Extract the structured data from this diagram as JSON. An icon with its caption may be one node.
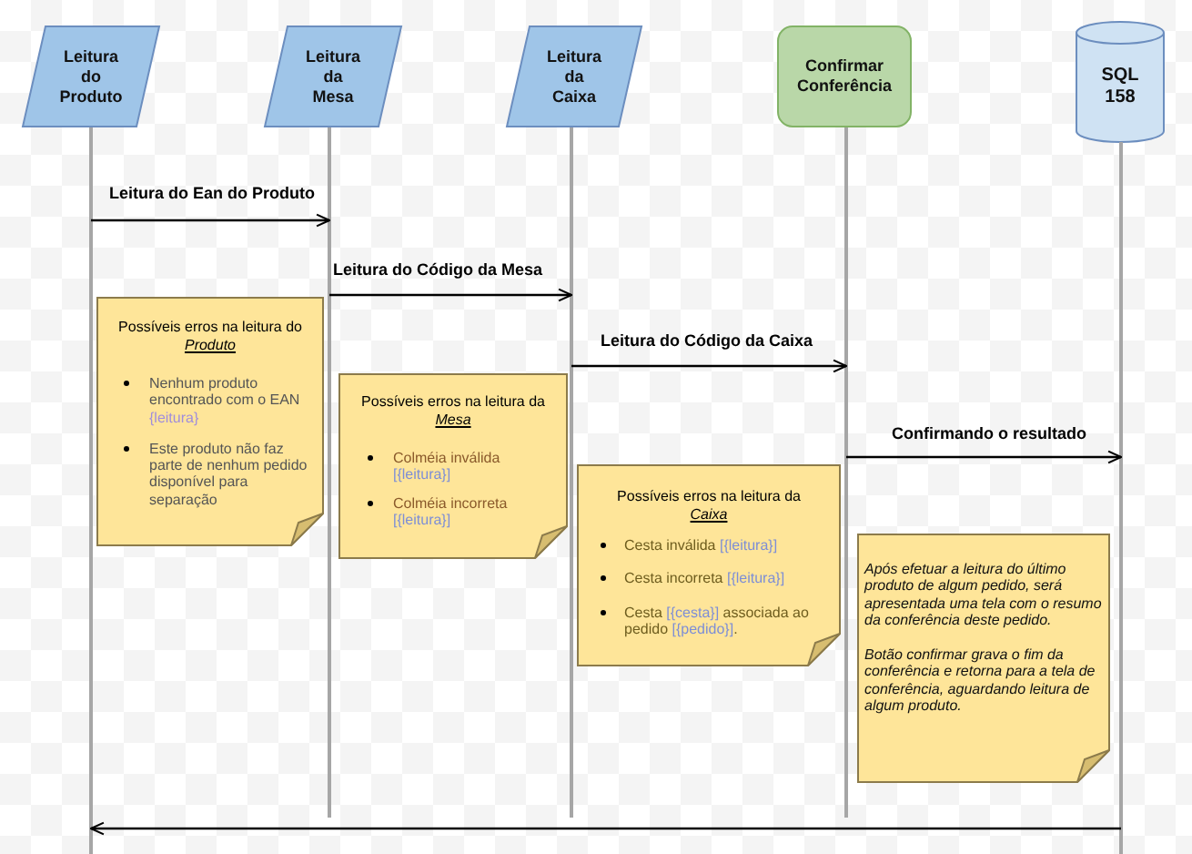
{
  "diagram": {
    "nodes": [
      {
        "text": [
          "Leitura do Produto"
        ]
      },
      {
        "text": [
          "Leitura da Mesa"
        ]
      },
      {
        "text": [
          "Leitura da Caixa"
        ]
      },
      {
        "text": [
          "Confirmar Conferência"
        ]
      },
      {
        "text": [
          "SQL 158"
        ]
      },
      {
        "text": [
          "Possíveis erros na leitura do *Produto*",
          "Nenhum produto encontrado com o EAN {leitura}",
          "Este produto não faz parte de nenhum pedido disponível para separação"
        ]
      },
      {
        "text": [
          "Possíveis erros na leitura da *Mesa*",
          "Colméia inválida [{leitura}]",
          "Colméia incorreta [{leitura}]"
        ]
      },
      {
        "text": [
          "Possíveis erros na leitura da *Caixa*",
          "Cesta inválida [{leitura}]",
          "Cesta incorreta [{leitura}]",
          "Cesta [{cesta}] associada ao pedido [{pedido}]."
        ]
      },
      {
        "text": [
          "Após efetuar a leitura do último produto de algum pedido, será apresentada uma tela com o resumo da conferência deste pedido.",
          "Botão confirmar grava o fim da conferência e retorna para a tela de conferência, aguardando leitura de algum produto."
        ]
      }
    ],
    "edges": [
      {
        "from": 0,
        "to": 1,
        "arrow": "to",
        "label": "Leitura do Ean do Produto"
      },
      {
        "from": 1,
        "to": 2,
        "arrow": "to",
        "label": "Leitura do Código da Mesa"
      },
      {
        "from": 2,
        "to": 3,
        "arrow": "to",
        "label": "Leitura do Código da Caixa"
      },
      {
        "from": 3,
        "to": 4,
        "arrow": "to",
        "label": "Confirmando o resultado"
      },
      {
        "from": 4,
        "to": 0,
        "arrow": "to"
      }
    ]
  }
}
